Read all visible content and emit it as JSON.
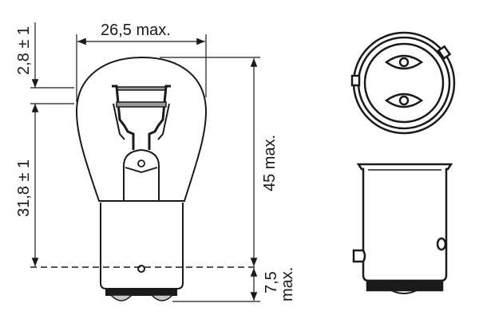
{
  "diagram": {
    "subject": "P21/5W BAY15d dual-filament bulb dimension drawing",
    "views": [
      "side-view-dimensioned",
      "base-end-view",
      "base-side-view"
    ],
    "dimensions": {
      "width": "26,5 max.",
      "top_offset": "2,8 ± 1",
      "filament_height": "31,8 ± 1",
      "overall_length": "45 max.",
      "contact_length": "7,5",
      "contact_length_suffix": "max."
    },
    "colors": {
      "line": "#1a1a1a",
      "filament_fill": "#9a9a9a",
      "contact_fill": "#c8c8c8"
    }
  }
}
